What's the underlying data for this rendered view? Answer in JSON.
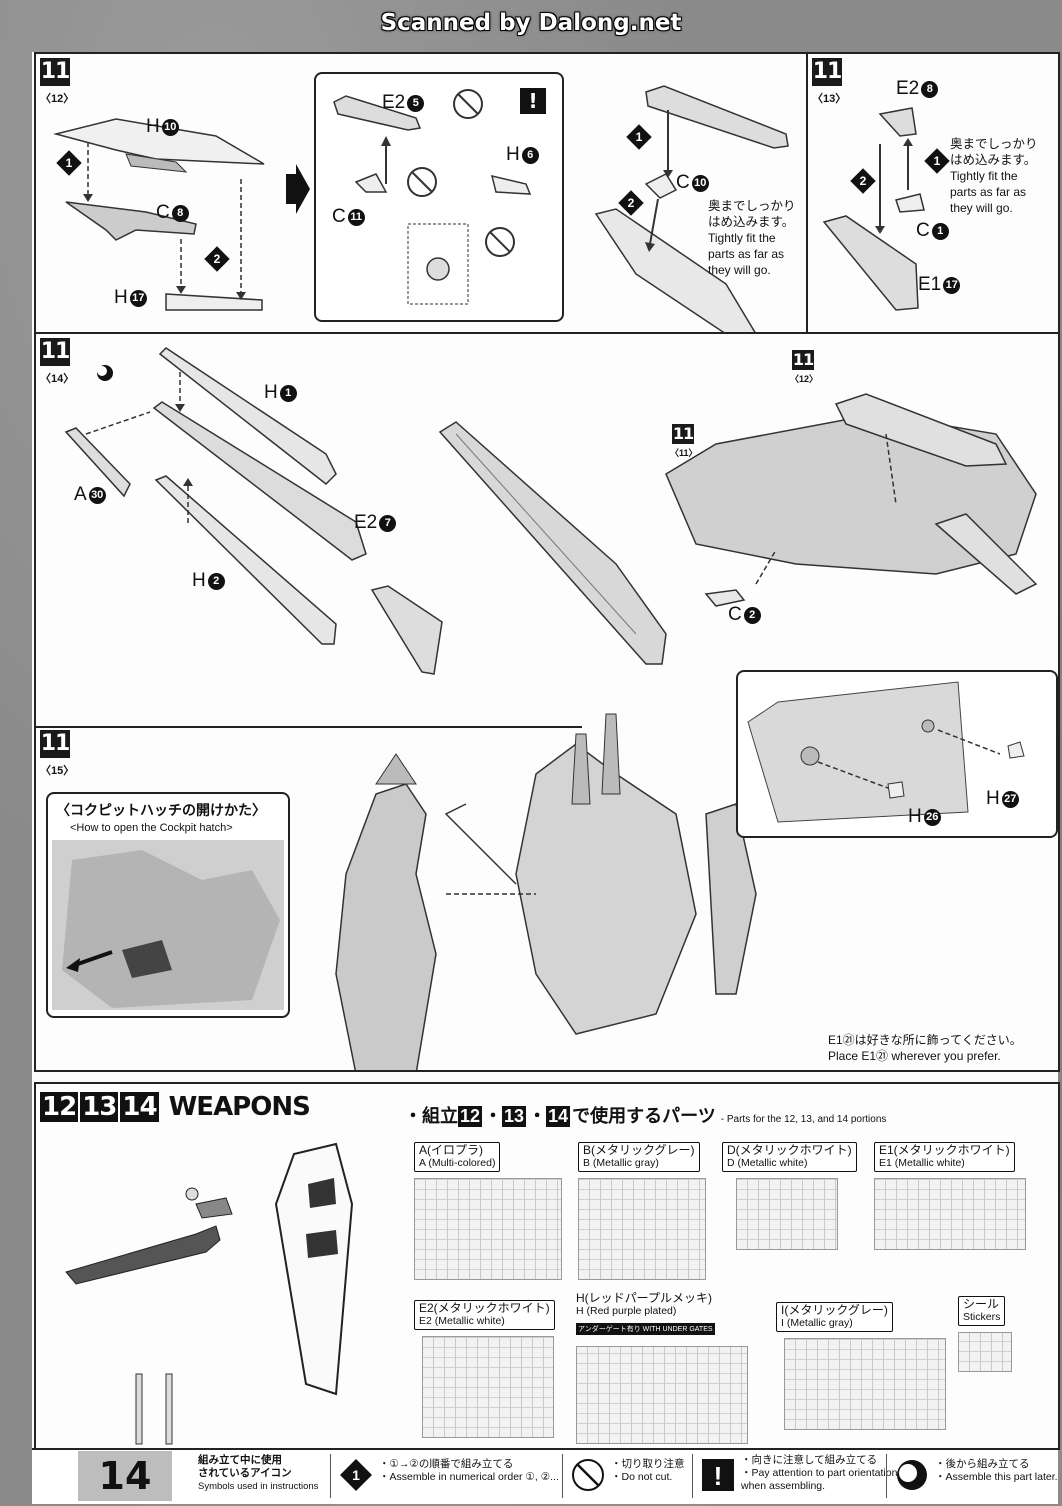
{
  "watermark": "Scanned by Dalong.net",
  "page_number": "14",
  "steps": {
    "s12": {
      "number": "11",
      "sub": "〈12〉"
    },
    "s13": {
      "number": "11",
      "sub": "〈13〉"
    },
    "s14": {
      "number": "11",
      "sub": "〈14〉"
    },
    "s15": {
      "number": "11",
      "sub": "〈15〉"
    },
    "ref11": {
      "number": "11",
      "sub": "〈11〉"
    },
    "ref12": {
      "number": "11",
      "sub": "〈12〉"
    }
  },
  "order": {
    "one": "1",
    "two": "2"
  },
  "labels": {
    "h10": {
      "letter": "H",
      "num": "10"
    },
    "c8": {
      "letter": "C",
      "num": "8"
    },
    "h17": {
      "letter": "H",
      "num": "17"
    },
    "e2_5": {
      "letter": "E2",
      "num": "5"
    },
    "h6": {
      "letter": "H",
      "num": "6"
    },
    "c11": {
      "letter": "C",
      "num": "11"
    },
    "c10": {
      "letter": "C",
      "num": "10"
    },
    "e2_8": {
      "letter": "E2",
      "num": "8"
    },
    "c1": {
      "letter": "C",
      "num": "1"
    },
    "e1_17": {
      "letter": "E1",
      "num": "17"
    },
    "h1": {
      "letter": "H",
      "num": "1"
    },
    "a30": {
      "letter": "A",
      "num": "30"
    },
    "e2_7": {
      "letter": "E2",
      "num": "7"
    },
    "h2": {
      "letter": "H",
      "num": "2"
    },
    "c2": {
      "letter": "C",
      "num": "2"
    },
    "h27": {
      "letter": "H",
      "num": "27"
    },
    "h26": {
      "letter": "H",
      "num": "26"
    }
  },
  "notes": {
    "tight_fit_jp_1": "奥までしっかり",
    "tight_fit_jp_2": "はめ込みます。",
    "tight_fit_en_1": "Tightly fit the",
    "tight_fit_en_2": "parts as far as",
    "tight_fit_en_3": "they will go.",
    "place_e1_jp": "E1㉑は好きな所に飾ってください。",
    "place_e1_en": "Place E1㉑ wherever you prefer."
  },
  "hatch": {
    "title_jp": "〈コクピットハッチの開けかた〉",
    "title_en": "<How to open the Cockpit hatch>"
  },
  "weapons": {
    "step_a": "12",
    "step_b": "13",
    "step_c": "14",
    "title": "WEAPONS"
  },
  "parts_used": {
    "prefix": "・組立",
    "suffix": "で使用するパーツ",
    "en": "- Parts for the 12, 13, and 14 portions"
  },
  "runners": {
    "a": {
      "jp": "A(イロプラ)",
      "en": "A (Multi-colored)"
    },
    "b": {
      "jp": "B(メタリックグレー)",
      "en": "B (Metallic gray)"
    },
    "d": {
      "jp": "D(メタリックホワイト)",
      "en": "D (Metallic white)"
    },
    "e1": {
      "jp": "E1(メタリックホワイト)",
      "en": "E1 (Metallic white)"
    },
    "e2": {
      "jp": "E2(メタリックホワイト)",
      "en": "E2 (Metallic white)"
    },
    "h": {
      "jp": "H(レッドパープルメッキ)",
      "en": "H (Red purple plated)",
      "badge": "アンダーゲート有り WITH UNDER GATES"
    },
    "i": {
      "jp": "I(メタリックグレー)",
      "en": "I (Metallic gray)"
    },
    "stickers": {
      "jp": "シール",
      "en": "Stickers"
    }
  },
  "footer": {
    "title_jp_1": "組み立て中に使用",
    "title_jp_2": "されているアイコン",
    "title_en": "Symbols used in instructions",
    "order_jp": "・①→②の順番で組み立てる",
    "order_en": "・Assemble in numerical order ①, ②...",
    "cut_jp": "・切り取り注意",
    "cut_en": "・Do not cut.",
    "orient_jp": "・向きに注意して組み立てる",
    "orient_en_1": "・Pay attention to part orientation",
    "orient_en_2": "when assembling.",
    "later_jp": "・後から組み立てる",
    "later_en": "・Assemble this part later."
  }
}
